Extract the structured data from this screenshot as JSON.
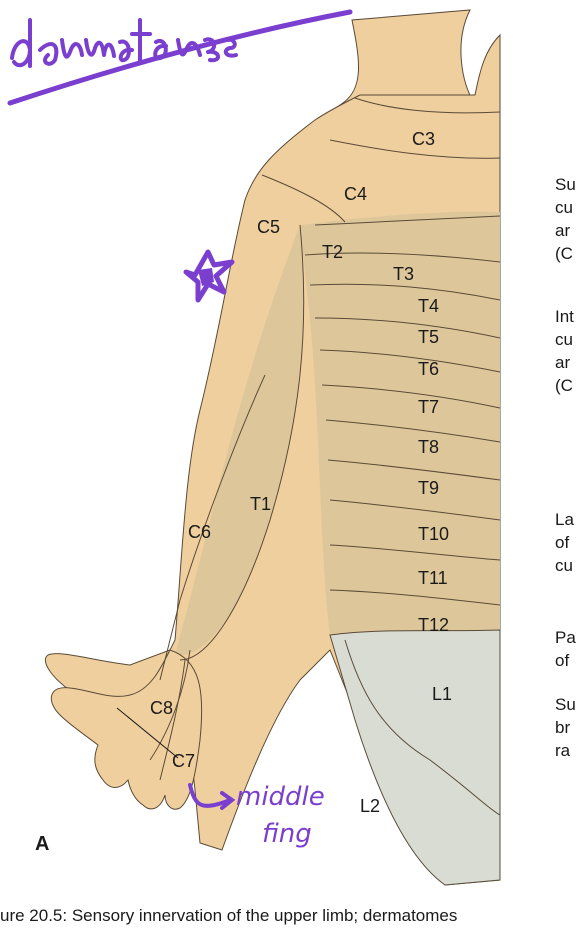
{
  "handwriting": {
    "title": "dermatomes",
    "note_line1": "middle",
    "note_line2": "fing",
    "ink_color": "#7b3fd0"
  },
  "diagram": {
    "panel_label": "A",
    "dermatomes": [
      "C3",
      "C4",
      "C5",
      "T2",
      "T3",
      "T4",
      "T5",
      "T6",
      "T7",
      "T8",
      "T9",
      "T10",
      "T11",
      "T12",
      "T1",
      "C6",
      "C8",
      "C7",
      "L1",
      "L2"
    ],
    "colors": {
      "skin_tan": "#efcf9e",
      "skin_shade": "#e3bd86",
      "trunk_overlay": "#ddc79a",
      "lower_gray": "#d9dcd3",
      "line": "#5a4a38"
    }
  },
  "side_text": [
    "Su",
    "cu",
    "ar",
    "(C",
    "Int",
    "cu",
    "ar",
    "(C",
    "La",
    "of",
    "cu",
    "Pa",
    "of",
    "Su",
    "br",
    "ra"
  ],
  "caption": "ure 20.5: Sensory innervation of the upper limb; dermatomes"
}
